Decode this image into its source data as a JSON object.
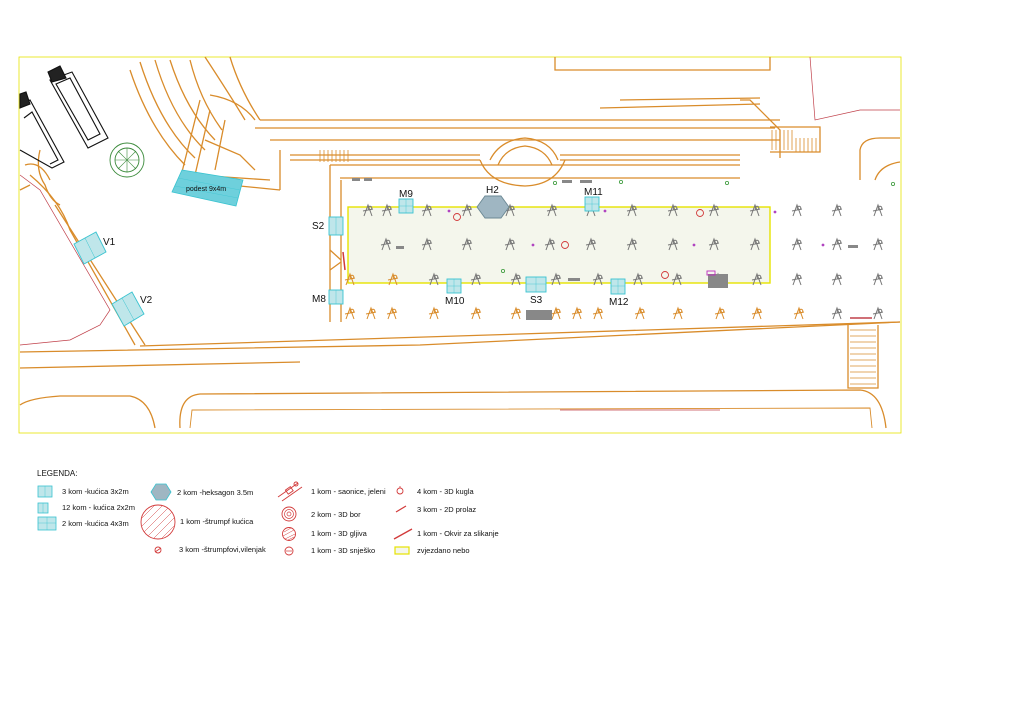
{
  "colors": {
    "road": "#d98c2b",
    "frame": "#e6e300",
    "house": "#39c3d0",
    "house_fill": "#bfe6ea",
    "marker": "#d23a3a",
    "tree": "#777777",
    "boundary": "#c0404a"
  },
  "map": {
    "labels": {
      "v1": "V1",
      "v2": "V2",
      "s2": "S2",
      "m8": "M8",
      "m9": "M9",
      "h2": "H2",
      "m11": "M11",
      "m10": "M10",
      "s3": "S3",
      "m12": "M12",
      "podest": "podest 9x4m"
    }
  },
  "legend": {
    "title": "LEGENDA:",
    "items": {
      "house_3x2": "3 kom -kućica 3x2m",
      "house_2x2": "12 kom - kućica 2x2m",
      "house_4x3": "2 kom -kućica 4x3m",
      "hexagon": "2 kom -heksagon 3.5m",
      "strumpf_house": "1 kom -štrumpf kućica",
      "strumpf_figures": "3 kom -štrumpfovi,vilenjak",
      "sleigh": "1 kom - saonice, jeleni",
      "pine": "2 kom - 3D bor",
      "mushroom": "1 kom - 3D gljiva",
      "snowman": "1 kom - 3D snješko",
      "ball": "4 kom - 3D kugla",
      "passage": "3 kom - 2D prolaz",
      "photo_frame": "1 kom - Okvir za slikanje",
      "starry_sky": "zvjezdano nebo"
    }
  }
}
